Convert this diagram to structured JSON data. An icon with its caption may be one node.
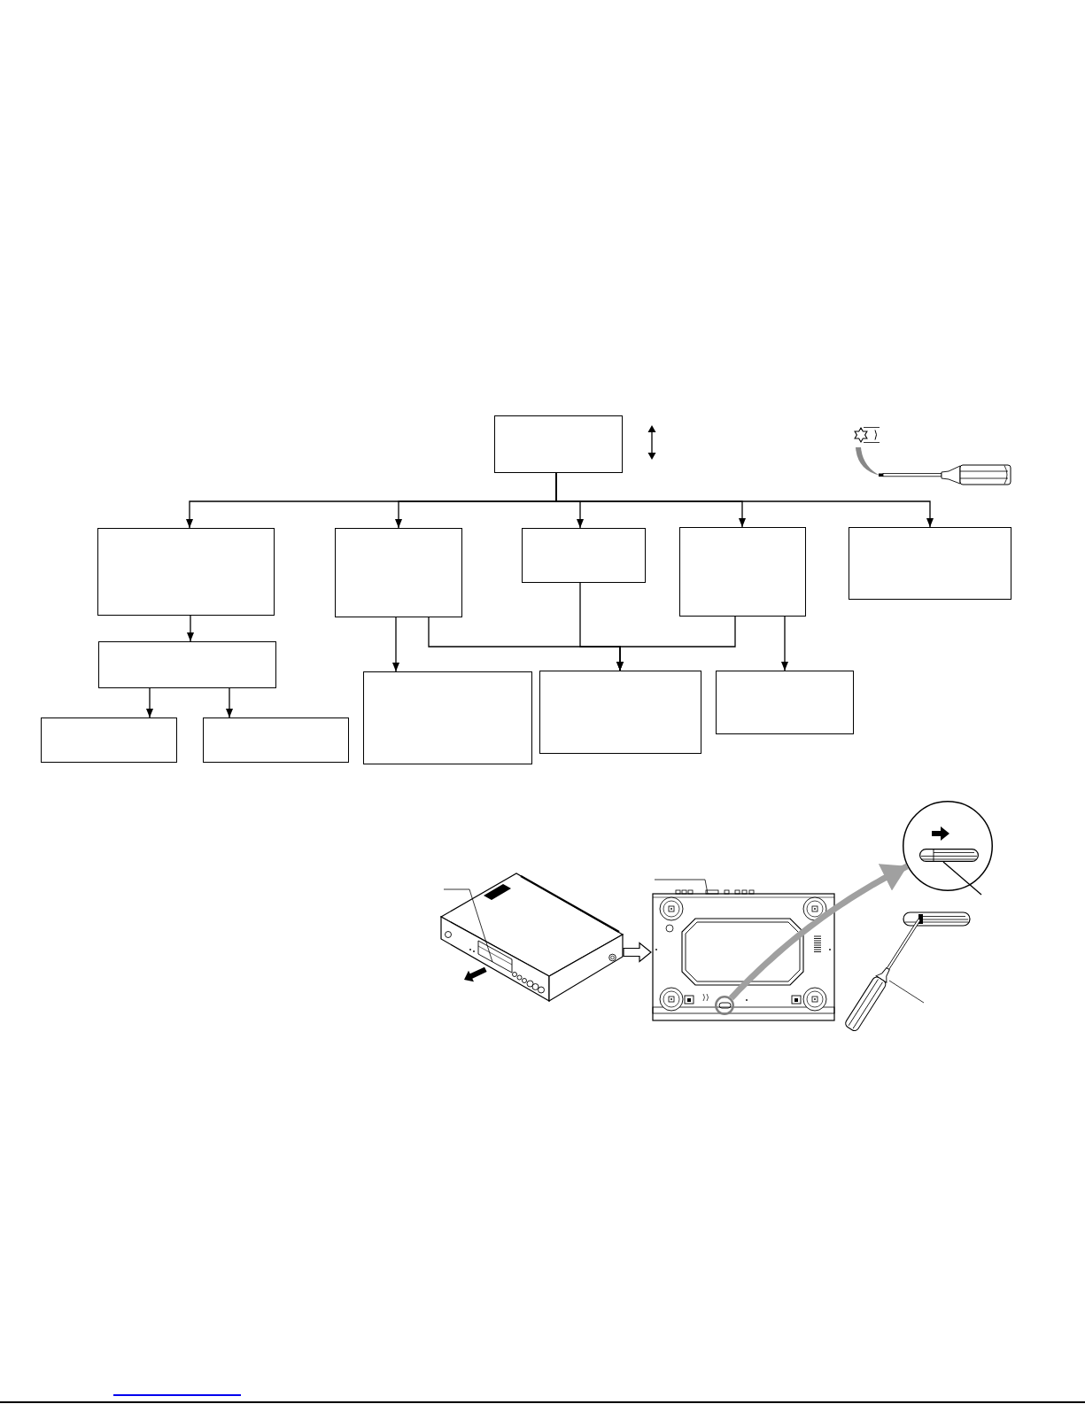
{
  "diagram": {
    "nodes": [
      {
        "text": [],
        "shape": "box"
      },
      {
        "text": [],
        "shape": "box"
      },
      {
        "text": [],
        "shape": "box"
      },
      {
        "text": [],
        "shape": "box"
      },
      {
        "text": [],
        "shape": "box"
      },
      {
        "text": [],
        "shape": "box"
      },
      {
        "text": [],
        "shape": "box"
      },
      {
        "text": [],
        "shape": "box"
      },
      {
        "text": [],
        "shape": "box"
      },
      {
        "text": [],
        "shape": "box"
      },
      {
        "text": [],
        "shape": "box"
      },
      {
        "text": [],
        "shape": "box"
      },
      {
        "text": [],
        "shape": "picture"
      },
      {
        "text": [],
        "shape": "picture"
      },
      {
        "text": [],
        "shape": "circle",
        "in": 13
      },
      {
        "text": [],
        "shape": "circle"
      },
      {
        "text": [],
        "shape": "bar",
        "in": 15
      }
    ],
    "edges": [
      {
        "from": 0,
        "to": 1,
        "arrow": "to"
      },
      {
        "from": 0,
        "to": 2,
        "arrow": "to"
      },
      {
        "from": 0,
        "to": 3,
        "arrow": "to"
      },
      {
        "from": 0,
        "to": 4,
        "arrow": "to"
      },
      {
        "from": 0,
        "to": 5,
        "arrow": "to"
      },
      {
        "from": 1,
        "to": 6,
        "arrow": "to"
      },
      {
        "from": 6,
        "to": 7,
        "arrow": "to"
      },
      {
        "from": 6,
        "to": 8,
        "arrow": "to"
      },
      {
        "from": 2,
        "to": 9,
        "arrow": "to"
      },
      {
        "from": 2,
        "to": 10,
        "arrow": "to"
      },
      {
        "from": 3,
        "to": 10,
        "arrow": "to"
      },
      {
        "from": 4,
        "to": 10,
        "arrow": "to"
      },
      {
        "from": 4,
        "to": 11,
        "arrow": "to"
      },
      {
        "from": 12,
        "to": 13,
        "arrow": "to",
        "style": "thick"
      },
      {
        "from": 14,
        "to": 15,
        "arrow": "to",
        "style": "thick",
        "color": "#a0a0a0"
      },
      {
        "from": null,
        "to": 16,
        "arrow": "none"
      }
    ]
  }
}
